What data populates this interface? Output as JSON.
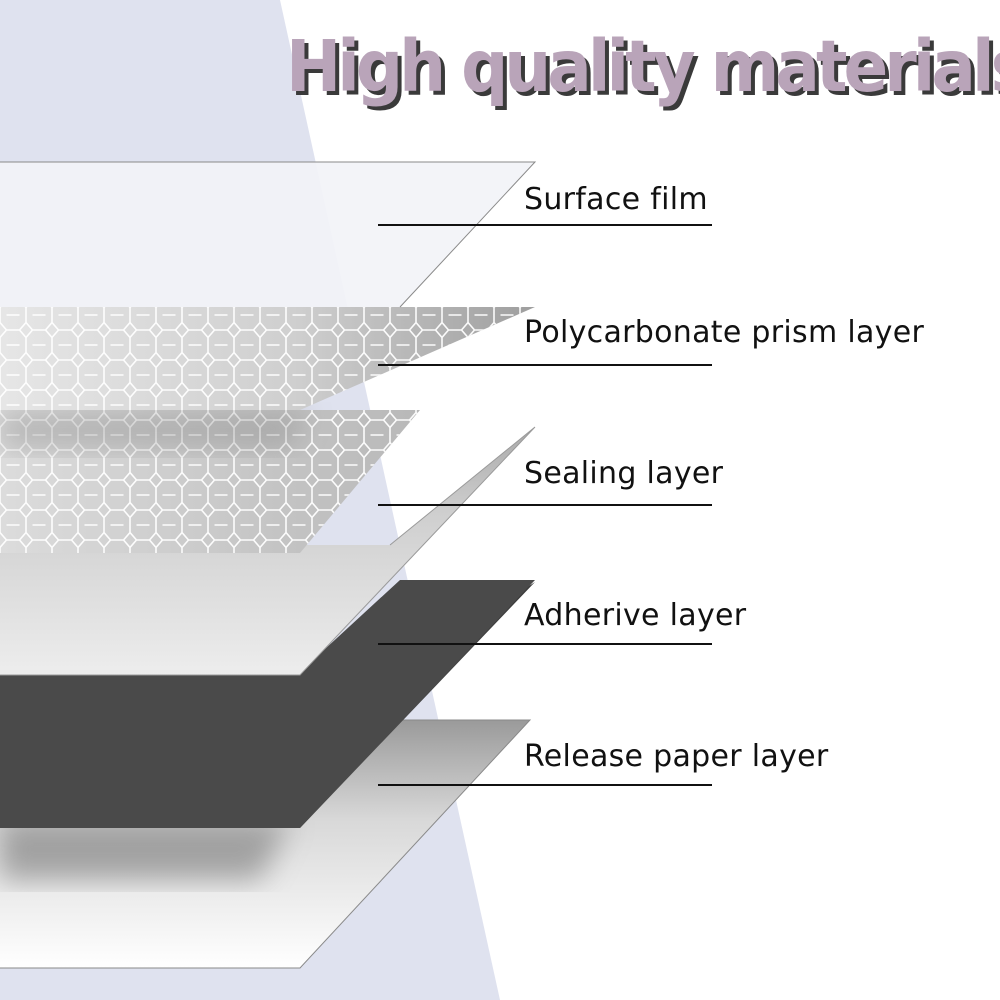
{
  "title": "High quality materials",
  "colors": {
    "title_fill": "#b9a4b9",
    "title_shadow": "#3a3a3a",
    "backdrop": "#dfe2ef",
    "label_text": "#111111",
    "leader_line": "#111111",
    "surface_film": "#f4f4f6",
    "prism_layer": "#c2c2c2",
    "sealing_layer": "#dddddd",
    "adhesive_layer": "#4a4a4a",
    "release_paper": "#ffffff"
  },
  "layers": [
    {
      "label": "Surface film"
    },
    {
      "label": "Polycarbonate prism layer"
    },
    {
      "label": "Sealing layer"
    },
    {
      "label": "Adherive layer"
    },
    {
      "label": "Release paper layer"
    }
  ]
}
